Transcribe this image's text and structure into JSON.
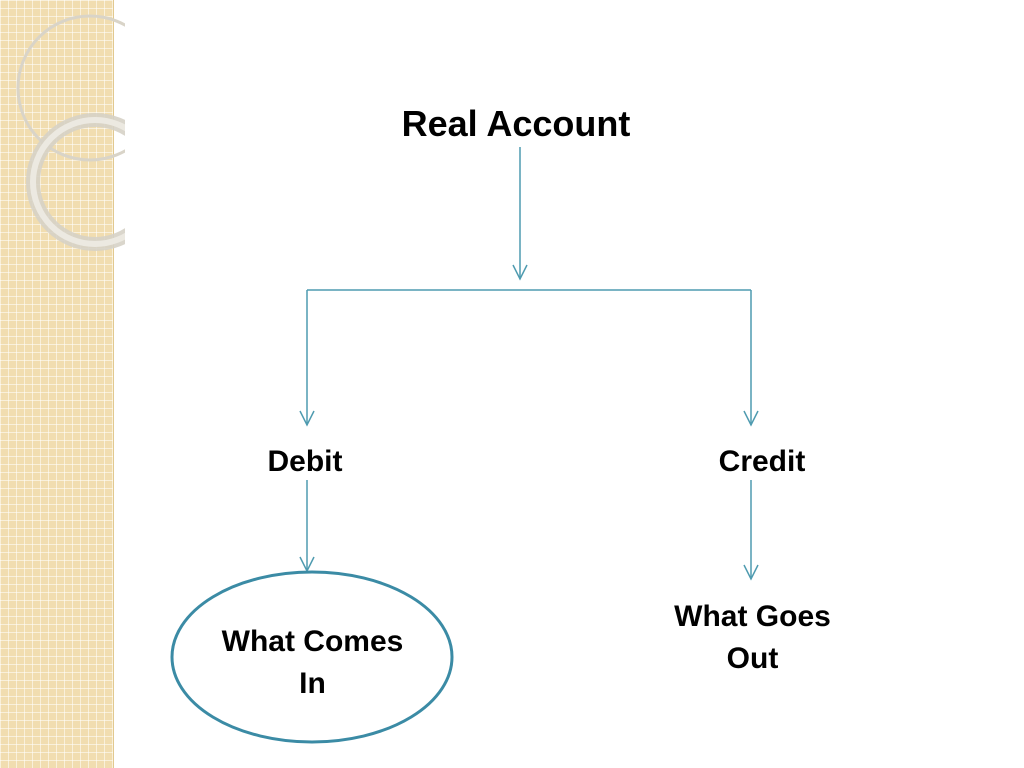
{
  "diagram": {
    "root": {
      "label": "Real Account"
    },
    "branches": [
      {
        "label": "Debit",
        "outcome_line1": "What Comes",
        "outcome_line2": "In",
        "outcome_shape": "ellipse"
      },
      {
        "label": "Credit",
        "outcome_line1": "What Goes",
        "outcome_line2": "Out",
        "outcome_shape": "none"
      }
    ]
  },
  "colors": {
    "connector": "#4f9bb0",
    "ellipse_stroke": "#3b8ba5",
    "side_panel": "#f1ddb0"
  }
}
